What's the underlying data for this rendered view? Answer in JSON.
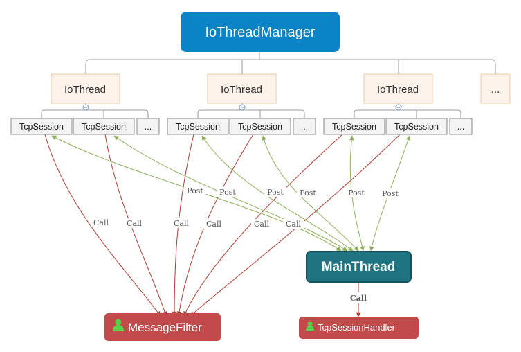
{
  "root": {
    "label": "IoThreadManager",
    "color": "#0a84c6"
  },
  "io_threads": [
    {
      "label": "IoThread",
      "sessions": [
        "TcpSession",
        "TcpSession",
        "..."
      ]
    },
    {
      "label": "IoThread",
      "sessions": [
        "TcpSession",
        "TcpSession",
        "..."
      ]
    },
    {
      "label": "IoThread",
      "sessions": [
        "TcpSession",
        "TcpSession",
        "..."
      ]
    }
  ],
  "more_threads_label": "...",
  "main_thread": {
    "label": "MainThread",
    "color": "#1e7481"
  },
  "message_filter": {
    "label": "MessageFilter",
    "color": "#c24a4a"
  },
  "session_handler": {
    "label": "TcpSessionHandler",
    "color": "#c24a4a"
  },
  "edge_labels": {
    "call": "Call",
    "post": "Post"
  },
  "colors": {
    "call_edge": "#b23a2e",
    "post_edge": "#8fb05a",
    "thread_fill": "#fdf3ea",
    "thread_border": "#e8c9a8",
    "session_fill": "#f3f3f3",
    "session_border": "#8a8a8a",
    "connector": "#999999"
  }
}
